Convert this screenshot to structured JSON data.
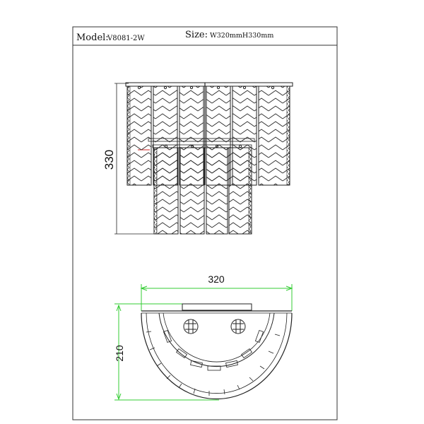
{
  "header": {
    "model_label": "Model:",
    "model_value": "V8081-2W",
    "size_label": "Size:",
    "size_value": "W320mmH330mm"
  },
  "front_view": {
    "height_dimension": "330"
  },
  "top_view": {
    "width_dimension": "320",
    "depth_dimension": "210"
  },
  "colors": {
    "line": "#222222",
    "dimension_green": "#33cc33",
    "leader_red": "#cc2222"
  }
}
